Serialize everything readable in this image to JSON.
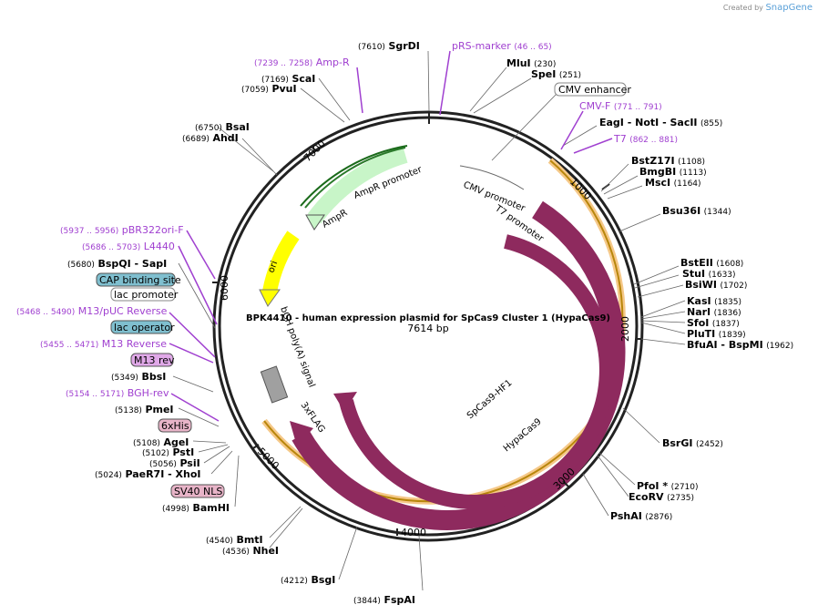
{
  "credit": {
    "prefix": "Created by",
    "brand": "SnapGene"
  },
  "plasmid": {
    "name": "BPK4410 - human expression plasmid for SpCas9 Cluster 1 (HypaCas9)",
    "size": "7614 bp"
  },
  "ticks": [
    "1000",
    "2000",
    "3000",
    "4000",
    "5000",
    "6000",
    "7000"
  ],
  "features": {
    "ampr": "AmpR",
    "ampr_promoter": "AmpR promoter",
    "ori": "ori",
    "cmv_promoter": "CMV promoter",
    "t7_promoter": "T7 promoter",
    "spcas9": "SpCas9-HF1",
    "hypacas9": "HypaCas9",
    "bgh": "bGH poly(A) signal",
    "flag": "3xFLAG"
  },
  "enzymes": [
    {
      "name": "SgrDI",
      "pos": "(7610)"
    },
    {
      "name": "MluI",
      "pos": "(230)"
    },
    {
      "name": "SpeI",
      "pos": "(251)"
    },
    {
      "name": "EagI - NotI - SacII",
      "pos": "(855)"
    },
    {
      "name": "BstZ17I",
      "pos": "(1108)"
    },
    {
      "name": "BmgBI",
      "pos": "(1113)"
    },
    {
      "name": "MscI",
      "pos": "(1164)"
    },
    {
      "name": "Bsu36I",
      "pos": "(1344)"
    },
    {
      "name": "BstEII",
      "pos": "(1608)"
    },
    {
      "name": "StuI",
      "pos": "(1633)"
    },
    {
      "name": "BsiWI",
      "pos": "(1702)"
    },
    {
      "name": "KasI",
      "pos": "(1835)"
    },
    {
      "name": "NarI",
      "pos": "(1836)"
    },
    {
      "name": "SfoI",
      "pos": "(1837)"
    },
    {
      "name": "PluTI",
      "pos": "(1839)"
    },
    {
      "name": "BfuAI - BspMI",
      "pos": "(1962)"
    },
    {
      "name": "BsrGI",
      "pos": "(2452)"
    },
    {
      "name": "PfoI *",
      "pos": "(2710)"
    },
    {
      "name": "EcoRV",
      "pos": "(2735)"
    },
    {
      "name": "PshAI",
      "pos": "(2876)"
    },
    {
      "name": "FspAI",
      "pos": "(3844)"
    },
    {
      "name": "BsgI",
      "pos": "(4212)"
    },
    {
      "name": "BmtI",
      "pos": "(4540)"
    },
    {
      "name": "NheI",
      "pos": "(4536)"
    },
    {
      "name": "BamHI",
      "pos": "(4998)"
    },
    {
      "name": "PaeR7I - XhoI",
      "pos": "(5024)"
    },
    {
      "name": "PsiI",
      "pos": "(5056)"
    },
    {
      "name": "PstI",
      "pos": "(5102)"
    },
    {
      "name": "AgeI",
      "pos": "(5108)"
    },
    {
      "name": "PmeI",
      "pos": "(5138)"
    },
    {
      "name": "BbsI",
      "pos": "(5349)"
    },
    {
      "name": "BspQI - SapI",
      "pos": "(5680)"
    },
    {
      "name": "AhdI",
      "pos": "(6689)"
    },
    {
      "name": "BsaI",
      "pos": "(6750)"
    },
    {
      "name": "PvuI",
      "pos": "(7059)"
    },
    {
      "name": "ScaI",
      "pos": "(7169)"
    }
  ],
  "primers": [
    {
      "name": "pRS-marker",
      "range": "(46 .. 65)"
    },
    {
      "name": "CMV-F",
      "range": "(771 .. 791)"
    },
    {
      "name": "T7",
      "range": "(862 .. 881)"
    },
    {
      "name": "Amp-R",
      "range": "(7239 .. 7258)"
    },
    {
      "name": "pBR322ori-F",
      "range": "(5937 .. 5956)"
    },
    {
      "name": "L4440",
      "range": "(5686 .. 5703)"
    },
    {
      "name": "M13/pUC Reverse",
      "range": "(5468 .. 5490)"
    },
    {
      "name": "M13 Reverse",
      "range": "(5455 .. 5471)"
    },
    {
      "name": "BGH-rev",
      "range": "(5154 .. 5171)"
    }
  ],
  "boxed_labels": {
    "cmv_enhancer": "CMV enhancer",
    "cap_site": "CAP binding site",
    "lac_promoter": "lac promoter",
    "lac_operator": "lac operator",
    "m13_rev": "M13 rev",
    "sixhis": "6xHis",
    "sv40": "SV40 NLS"
  },
  "colors": {
    "cas9": "#8e2a5e",
    "ampr": "#c8f5c8",
    "ori": "#ffff00",
    "backbone_arc": "#f5a623",
    "primer": "#a040d0",
    "lac_operator": "#7fbfcf",
    "cap_site": "#7fbfcf",
    "pink_box": "#e8b4c8"
  }
}
